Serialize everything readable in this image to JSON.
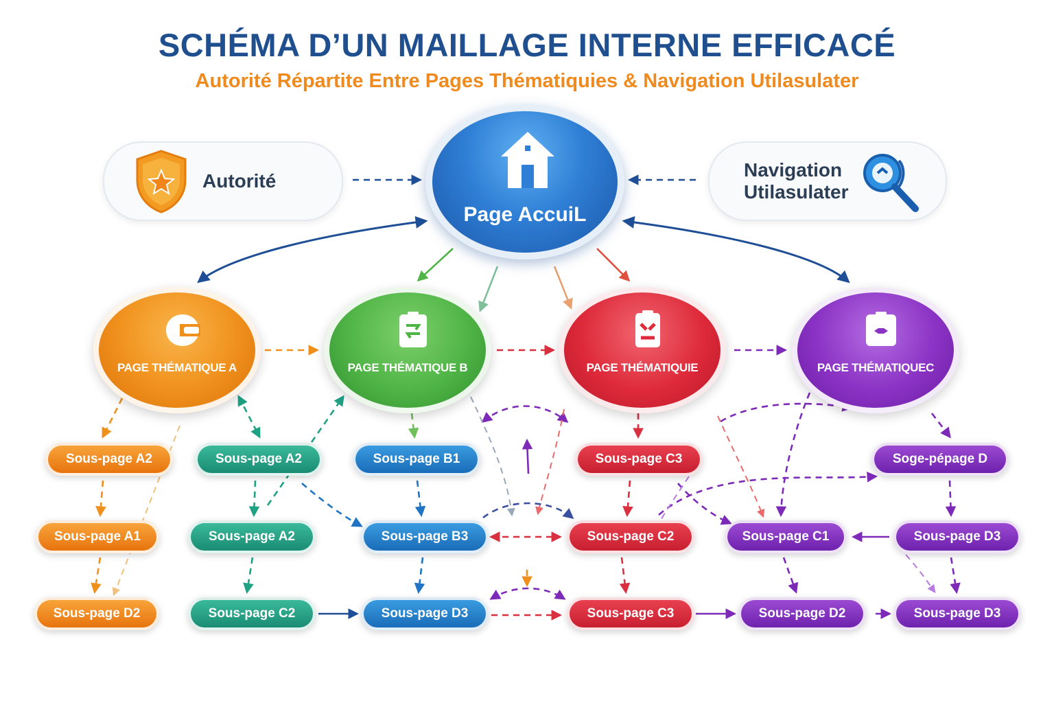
{
  "header": {
    "title": "SCHÉMA D’UN MAILLAGE INTERNE EFFICACÉ",
    "subtitle": "Autorité Répartite Entre Pages Thématiquies & Navigation Utilasulater"
  },
  "authority_card": {
    "label": "Autorité",
    "icon": "shield-star-icon",
    "color": "#f39a22"
  },
  "navigation_card": {
    "line1": "Navigation",
    "line2": "Utilasulater",
    "icon": "magnifier-icon",
    "color": "#1a73c8"
  },
  "home": {
    "label": "Page AccuiL",
    "icon": "house-icon"
  },
  "hubs": [
    {
      "label": "PAGE THÉMATIQUE A",
      "color": "#f0901c"
    },
    {
      "label": "PAGE THÉMATIQUE B",
      "color": "#4fb446"
    },
    {
      "label": "PAGE THÉMATIQUIE",
      "color": "#de2a3a"
    },
    {
      "label": "PAGE THÉMATIQUEC",
      "color": "#8a32c4"
    }
  ],
  "rows": [
    [
      "Sous-page A2",
      "Sous-page A2",
      "Sous-page B1",
      "Sous-page C3",
      "Soge-pépage D"
    ],
    [
      "Sous-page A1",
      "Sous-page A2",
      "Sous-page B3",
      "Sous-page C2",
      "Sous-page C1",
      "Sous-page D3"
    ],
    [
      "Sous-page D2",
      "Sous-page C2",
      "Sous-page D3",
      "Sous-page C3",
      "Sous-page D2",
      "Sous-page D3"
    ]
  ],
  "palette": {
    "orange": "#f0901c",
    "teal": "#1fa184",
    "blue": "#1f74c4",
    "red": "#d8303f",
    "purple": "#7d2ab8",
    "navy": "#1e4f96",
    "grey": "#9aa7b8"
  }
}
